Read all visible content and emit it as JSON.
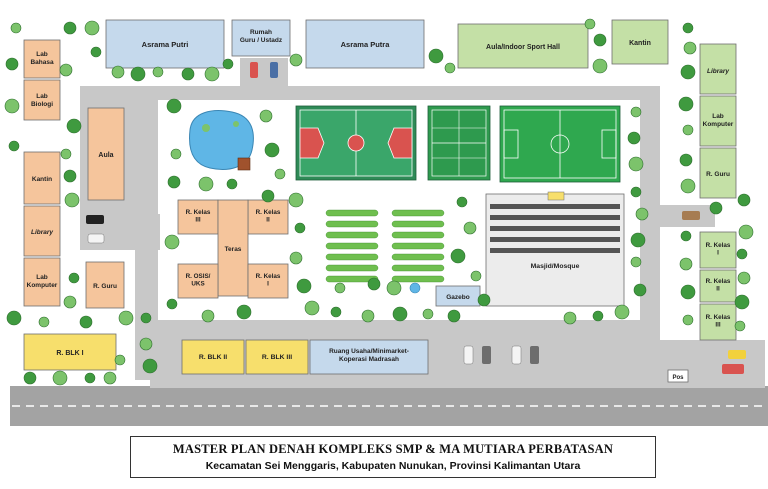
{
  "colors": {
    "road": "#c8c8c8",
    "road_dark": "#a3a3a3",
    "lane_mark": "#ffffff",
    "ground": "#ffffff",
    "building_peach": "#f5c59c",
    "building_green": "#c4e0a6",
    "building_blue": "#c5d9ec",
    "building_yellow": "#f7df6c",
    "building_stroke": "#6f6f6f",
    "field_green": "#4caf50",
    "field_dark": "#3b8e42",
    "court_red": "#d9534f",
    "pond": "#5fb6e6",
    "tree": "#3f9a3f",
    "tree_light": "#7cc36b",
    "crop": "#6fbf4f"
  },
  "buildings": {
    "lab_bahasa": "Lab\nBahasa",
    "lab_biologi": "Lab\nBiologi",
    "aula": "Aula",
    "kantin_left": "Kantin",
    "library_left": "Library",
    "lab_komputer_left": "Lab\nKomputer",
    "r_guru_left": "R. Guru",
    "r_blk_1": "R. BLK I",
    "asrama_putri": "Asrama Putri",
    "rumah_guru": "Rumah\nGuru  / Ustadz",
    "asrama_putra": "Asrama Putra",
    "aula_indoor": "Aula/Indoor Sport Hall",
    "kantin_right": "Kantin",
    "library_right": "Library",
    "lab_komputer_right": "Lab\nKomputer",
    "r_guru_right": "R. Guru",
    "r_kelas_3_left": "R. Kelas\nIII",
    "r_kelas_2_left": "R. Kelas\nII",
    "teras": "Teras",
    "r_osis": "R. OSIS/\nUKS",
    "r_kelas_1_left": "R. Kelas\nI",
    "gazebo": "Gazebo",
    "masjid": "Masjid/Mosque",
    "r_kelas_1_right": "R. Kelas\nI",
    "r_kelas_2_right": "R. Kelas\nII",
    "r_kelas_3_right": "R. Kelas\nIII",
    "r_blk_2": "R. BLK II",
    "r_blk_3": "R. BLK III",
    "ruang_usaha": "Ruang Usaha/Minimarket-\nKoperasi Madrasah",
    "pos": "Pos"
  },
  "title": {
    "main": "MASTER PLAN DENAH KOMPLEKS SMP & MA MUTIARA PERBATASAN",
    "sub": "Kecamatan Sei Menggaris, Kabupaten Nunukan, Provinsi Kalimantan Utara"
  }
}
